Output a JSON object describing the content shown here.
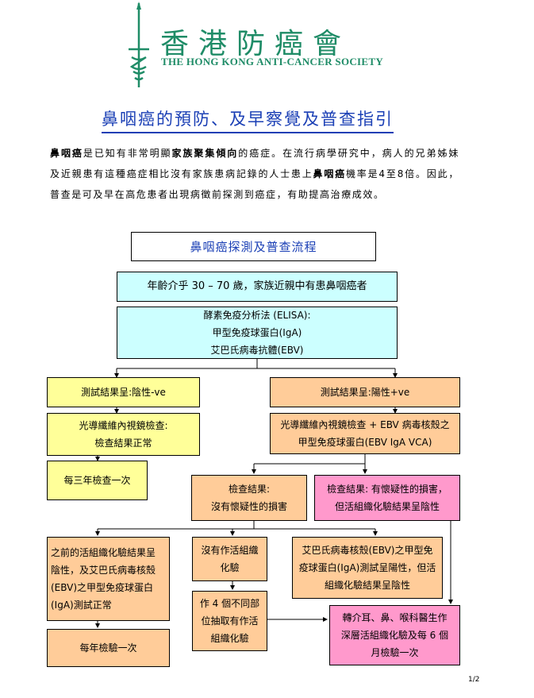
{
  "header": {
    "org_name_cn": "香港防癌會",
    "org_name_en": "THE HONG KONG ANTI-CANCER SOCIETY"
  },
  "title": "鼻咽癌的預防、及早察覺及普查指引",
  "intro": {
    "part1": "鼻咽癌",
    "part2": "是已知有非常明顯",
    "part3": "家族聚集傾向",
    "part4": "的癌症。在流行病學研究中，病人的兄弟姊妹及近親患有這種癌症相比沒有家族患病記錄的人士患上",
    "part5": "鼻咽癌",
    "part6": "機率是4至8倍。因此，普查是可及早在高危患者出現病徵前探測到癌症，有助提高治療成效。"
  },
  "flowchart": {
    "heading": "鼻咽癌探測及普查流程",
    "start": "年齡介乎 30 – 70 歲，家族近親中有患鼻咽癌者",
    "elisa": [
      "酵素免疫分析法 (ELISA):",
      "甲型免疫球蛋白(IgA)",
      "艾巴氏病毒抗體(EBV)"
    ],
    "negative": "測試結果呈:陰性-ve",
    "positive": "測試結果呈:陽性+ve",
    "neg_endoscopy": [
      "光導纖維內視鏡檢查:",
      "檢查結果正常"
    ],
    "neg_followup": "每三年檢查一次",
    "pos_endoscopy": [
      "光導纖維內視鏡檢查 + EBV 病毒核殼之",
      "甲型免疫球蛋白(EBV IgA VCA)"
    ],
    "no_lesion": [
      "檢查結果:",
      "沒有懷疑性的損害"
    ],
    "suspicious": [
      "檢查結果: 有懷疑性的損害，",
      "但活組織化驗結果呈陰性"
    ],
    "prev_biopsy": [
      "之前的活組織化驗結果呈",
      "陰性，及艾巴氏病毒核殼",
      "(EBV)之甲型免疫球蛋白",
      "(IgA)測試正常"
    ],
    "no_biopsy": [
      "沒有作活組織",
      "化驗"
    ],
    "ebv_positive": [
      "艾巴氏病毒核殼(EBV)之甲型免",
      "疫球蛋白(IgA)測試呈陽性，但活",
      "組織化驗結果呈陰性"
    ],
    "annual": "每年檢驗一次",
    "four_sites": [
      "作 4 個不同部",
      "位抽取有作活",
      "組織化驗"
    ],
    "referral": [
      "轉介耳、鼻、喉科醫生作",
      "深層活組織化驗及每 6 個",
      "月檢驗一次"
    ]
  },
  "page_number": "1/2",
  "colors": {
    "brand_green": "#1f8c67",
    "title_blue": "#1a3fb5",
    "cyan": "#ccffff",
    "yellow": "#ffff99",
    "orange": "#ffcc99",
    "pink": "#ff99cc"
  }
}
